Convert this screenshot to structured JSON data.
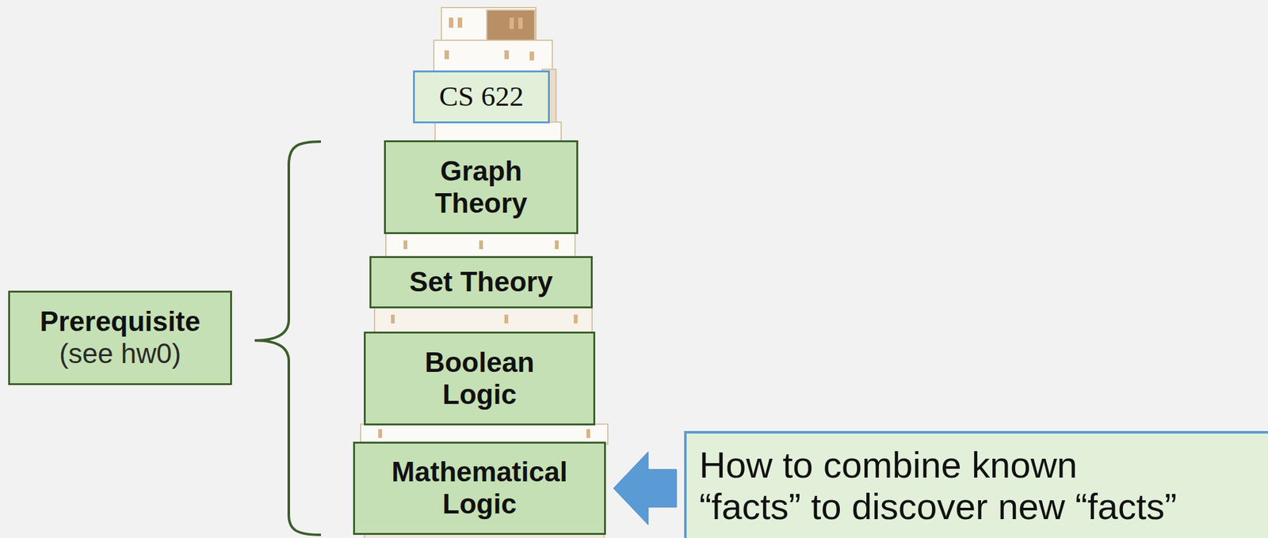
{
  "diagram": {
    "nodes": [
      {
        "text": [
          "CS 622"
        ]
      },
      {
        "text": [
          "Graph Theory"
        ]
      },
      {
        "text": [
          "Set Theory"
        ]
      },
      {
        "text": [
          "Boolean Logic"
        ]
      },
      {
        "text": [
          "Mathematical Logic"
        ]
      },
      {
        "text": [
          "Prerequisite",
          "(see hw0)"
        ]
      },
      {
        "text": [
          "How to combine known “facts” to discover new “facts”"
        ]
      }
    ],
    "edges": [
      {
        "from": 6,
        "to": 4,
        "arrow": "to"
      }
    ]
  }
}
